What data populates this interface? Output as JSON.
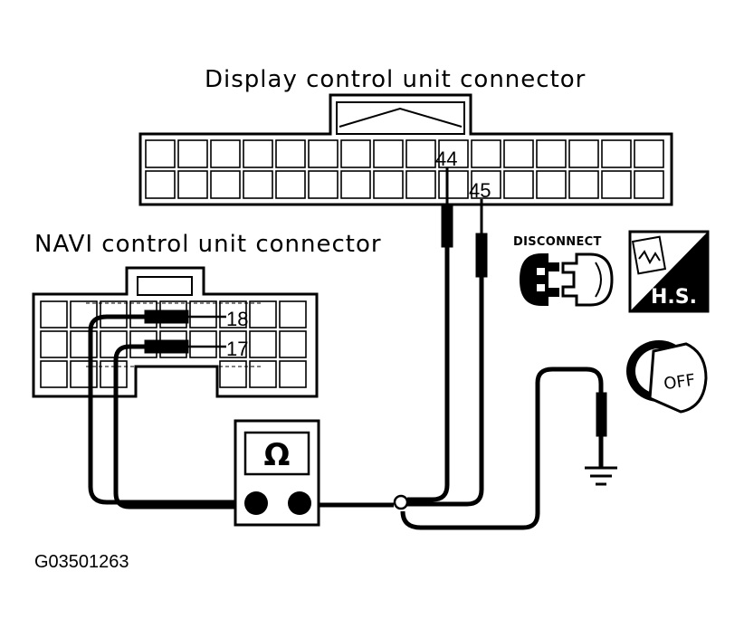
{
  "labels": {
    "display_connector": "Display control unit connector",
    "navi_connector": "NAVI control unit connector",
    "figure_id": "G03501263"
  },
  "pins": {
    "display_a": "44",
    "display_b": "45",
    "navi_a": "18",
    "navi_b": "17"
  },
  "meter": {
    "symbol": "Ω"
  },
  "icons": {
    "disconnect_label": "DISCONNECT",
    "hs_label": "H.S.",
    "key_label": "OFF"
  }
}
